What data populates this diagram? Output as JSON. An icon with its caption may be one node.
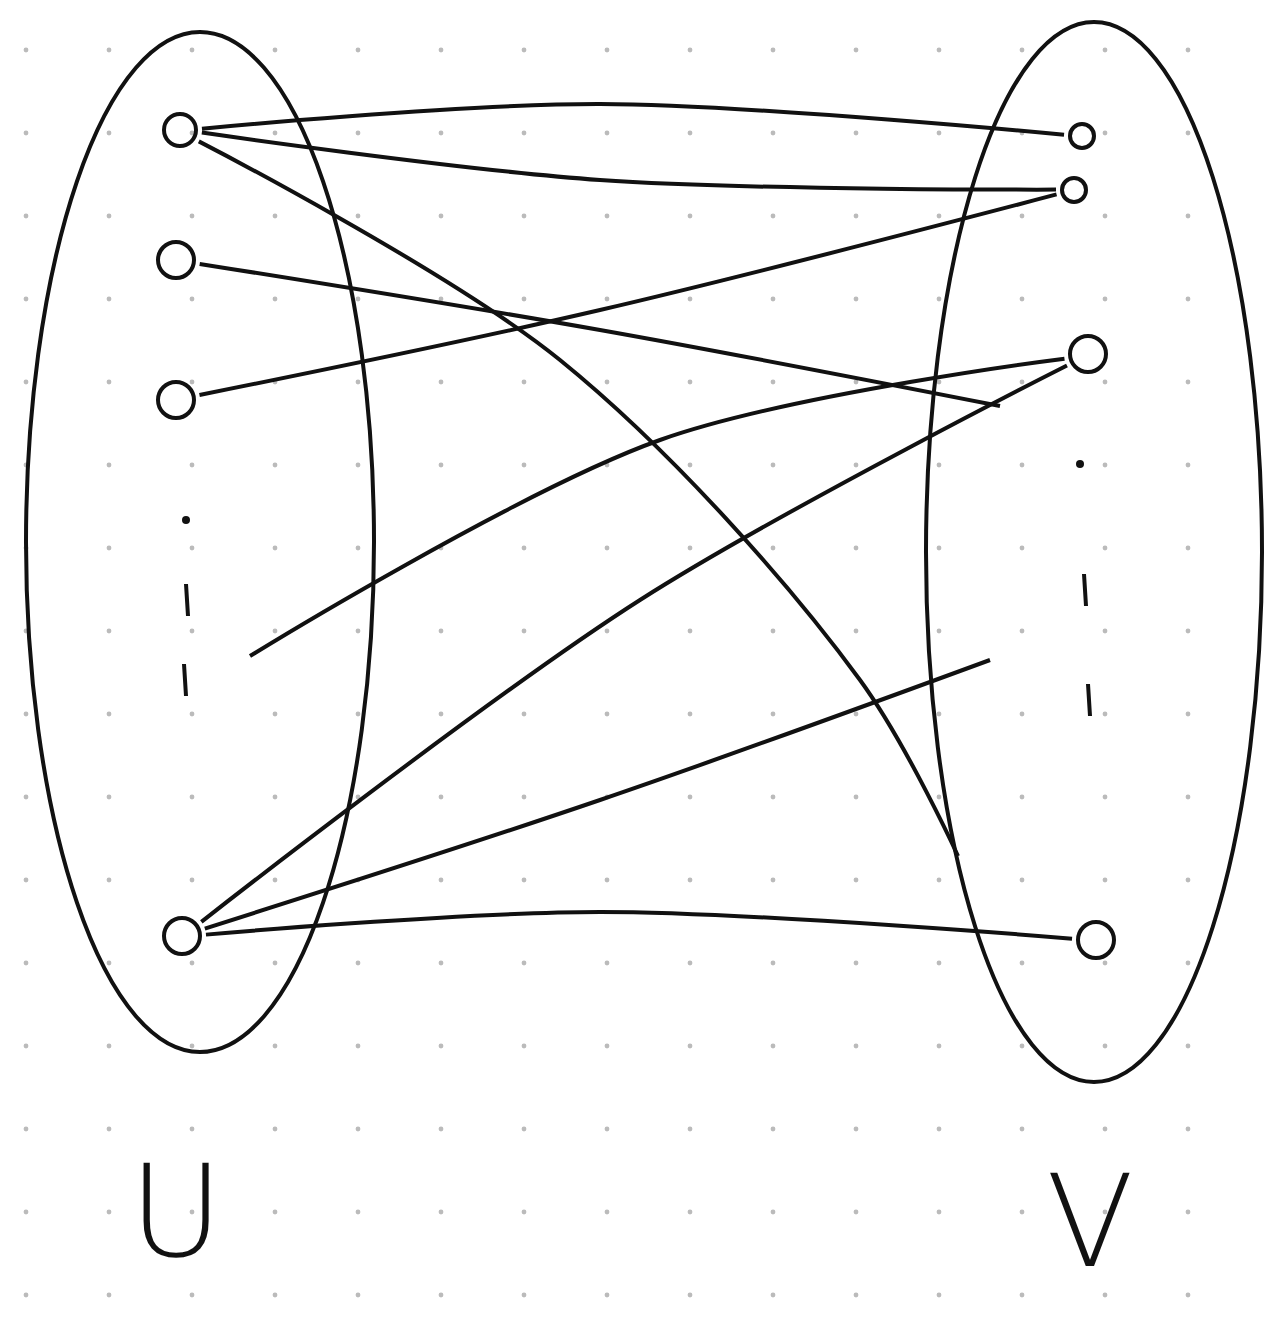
{
  "diagram": {
    "nodes": [
      {
        "text": [
          "U"
        ]
      },
      {
        "text": [],
        "shape": "circle",
        "in": 0
      },
      {
        "text": [],
        "shape": "circle",
        "in": 0
      },
      {
        "text": [],
        "shape": "circle",
        "in": 0
      },
      {
        "text": [],
        "shape": "circle",
        "in": 0
      },
      {
        "text": [
          "V"
        ]
      },
      {
        "text": [],
        "shape": "circle",
        "in": 5
      },
      {
        "text": [],
        "shape": "circle",
        "in": 5
      },
      {
        "text": [],
        "shape": "circle",
        "in": 5
      },
      {
        "text": [],
        "shape": "circle",
        "in": 5
      }
    ],
    "edges": [
      {
        "from": 1,
        "to": 6,
        "arrow": "none"
      },
      {
        "from": 1,
        "to": 7,
        "arrow": "none"
      },
      {
        "from": 1,
        "to": 5,
        "arrow": "none"
      },
      {
        "from": 2,
        "to": null,
        "arrow": "none"
      },
      {
        "from": 3,
        "to": 7,
        "arrow": "none"
      },
      {
        "from": null,
        "to": 8,
        "arrow": "none"
      },
      {
        "from": 4,
        "to": 8,
        "arrow": "none"
      },
      {
        "from": 4,
        "to": null,
        "arrow": "none"
      },
      {
        "from": 4,
        "to": 9,
        "arrow": "none"
      }
    ]
  }
}
